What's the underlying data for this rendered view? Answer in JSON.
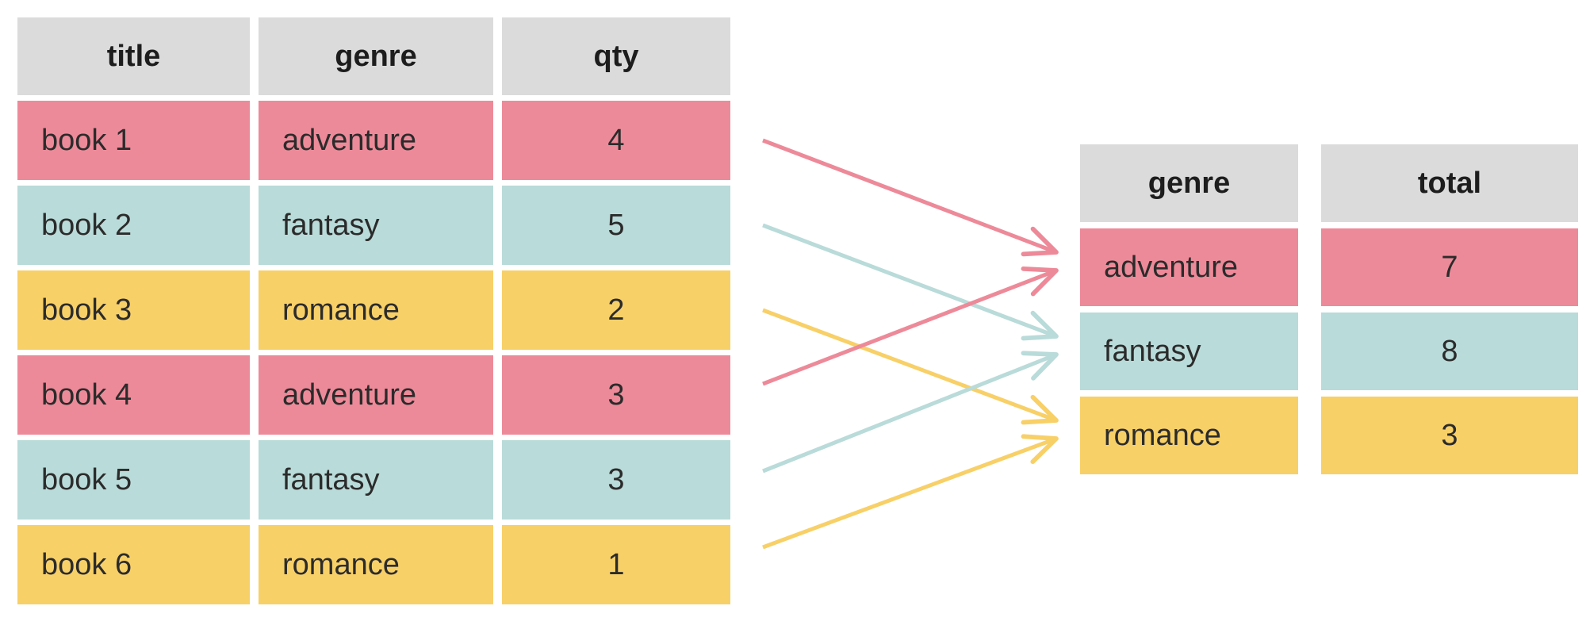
{
  "colors": {
    "pink": "#ed8a99",
    "teal": "#b9dbd9",
    "yellow": "#f8d068",
    "header_bg": "#dbdbdb",
    "text": "#2b2b2b"
  },
  "left_table": {
    "headers": [
      "title",
      "genre",
      "qty"
    ],
    "rows": [
      {
        "title": "book 1",
        "genre": "adventure",
        "qty": "4",
        "color": "pink"
      },
      {
        "title": "book 2",
        "genre": "fantasy",
        "qty": "5",
        "color": "teal"
      },
      {
        "title": "book 3",
        "genre": "romance",
        "qty": "2",
        "color": "yellow"
      },
      {
        "title": "book 4",
        "genre": "adventure",
        "qty": "3",
        "color": "pink"
      },
      {
        "title": "book 5",
        "genre": "fantasy",
        "qty": "3",
        "color": "teal"
      },
      {
        "title": "book 6",
        "genre": "romance",
        "qty": "1",
        "color": "yellow"
      }
    ]
  },
  "right_table": {
    "headers": [
      "genre",
      "total"
    ],
    "rows": [
      {
        "genre": "adventure",
        "total": "7",
        "color": "pink"
      },
      {
        "genre": "fantasy",
        "total": "8",
        "color": "teal"
      },
      {
        "genre": "romance",
        "total": "3",
        "color": "yellow"
      }
    ]
  },
  "arrows": [
    {
      "from_row": 0,
      "to_genre": "adventure",
      "color": "pink"
    },
    {
      "from_row": 1,
      "to_genre": "fantasy",
      "color": "teal"
    },
    {
      "from_row": 2,
      "to_genre": "romance",
      "color": "yellow"
    },
    {
      "from_row": 3,
      "to_genre": "adventure",
      "color": "pink"
    },
    {
      "from_row": 4,
      "to_genre": "fantasy",
      "color": "teal"
    },
    {
      "from_row": 5,
      "to_genre": "romance",
      "color": "yellow"
    }
  ]
}
